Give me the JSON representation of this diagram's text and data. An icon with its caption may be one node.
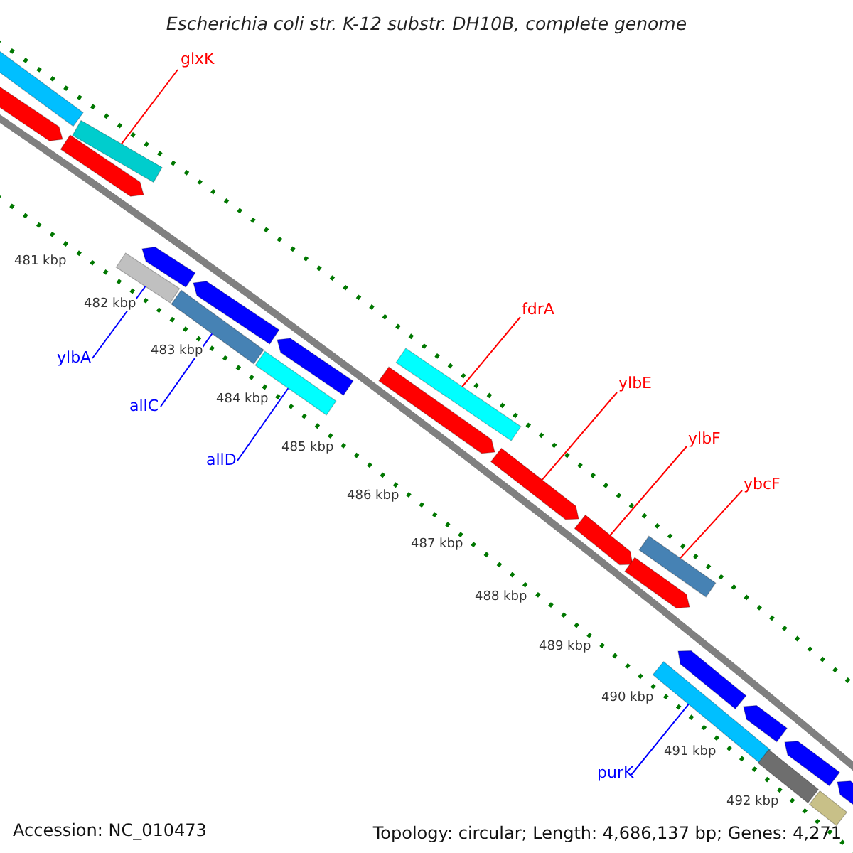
{
  "diagram": {
    "title": "Escherichia coli str. K-12 substr. DH10B, complete genome",
    "nodes": [
      {
        "text": [
          "glxK"
        ]
      },
      {
        "text": [
          "ylbA"
        ]
      },
      {
        "text": [
          "allC"
        ]
      },
      {
        "text": [
          "allD"
        ]
      },
      {
        "text": [
          "fdrA"
        ]
      },
      {
        "text": [
          "ylbE"
        ]
      },
      {
        "text": [
          "ylbF"
        ]
      },
      {
        "text": [
          "ybcF"
        ]
      },
      {
        "text": [
          "purK"
        ]
      },
      {
        "text": [],
        "shape": "bar"
      },
      {
        "text": [],
        "shape": "bar"
      },
      {
        "text": [],
        "shape": "bar"
      },
      {
        "text": [],
        "shape": "bar"
      },
      {
        "text": [],
        "shape": "bar"
      },
      {
        "text": [],
        "shape": "arrow"
      },
      {
        "text": [],
        "shape": "arrow"
      },
      {
        "text": [],
        "shape": "bar"
      },
      {
        "text": [],
        "shape": "bar"
      },
      {
        "text": [],
        "shape": "bar"
      },
      {
        "text": [],
        "shape": "arrow"
      },
      {
        "text": [],
        "shape": "arrow"
      },
      {
        "text": [],
        "shape": "arrow"
      },
      {
        "text": [],
        "shape": "arrow"
      },
      {
        "text": [],
        "shape": "arrow"
      },
      {
        "text": [],
        "shape": "arrow"
      },
      {
        "text": [],
        "shape": "arrow"
      },
      {
        "text": [],
        "shape": "arrow"
      },
      {
        "text": [],
        "shape": "arrow"
      },
      {
        "text": [],
        "shape": "arrow"
      },
      {
        "text": [],
        "shape": "arrow"
      },
      {
        "text": [],
        "shape": "bar"
      },
      {
        "text": [],
        "shape": "bar"
      }
    ],
    "edges": [
      {
        "from": 0,
        "to": 9,
        "arrow": "none"
      },
      {
        "from": 1,
        "to": 10,
        "arrow": "none",
        "color": "#0000ff"
      },
      {
        "from": 2,
        "to": 11,
        "arrow": "none",
        "color": "#0000ff"
      },
      {
        "from": 3,
        "to": 12,
        "arrow": "none",
        "color": "#0000ff"
      },
      {
        "from": 4,
        "to": 13,
        "arrow": "none"
      },
      {
        "from": 5,
        "to": 14,
        "arrow": "none"
      },
      {
        "from": 6,
        "to": 15,
        "arrow": "none"
      },
      {
        "from": 7,
        "to": 16,
        "arrow": "none"
      },
      {
        "from": 8,
        "to": 17,
        "arrow": "none",
        "color": "#0000ff"
      }
    ],
    "labels": [
      "481 kbp",
      "482 kbp",
      "483 kbp",
      "484 kbp",
      "485 kbp",
      "486 kbp",
      "487 kbp",
      "488 kbp",
      "489 kbp",
      "490 kbp",
      "491 kbp",
      "492 kbp",
      "Accession: NC_010473",
      "Topology: circular; Length: 4,686,137 bp; Genes: 4,271"
    ]
  }
}
